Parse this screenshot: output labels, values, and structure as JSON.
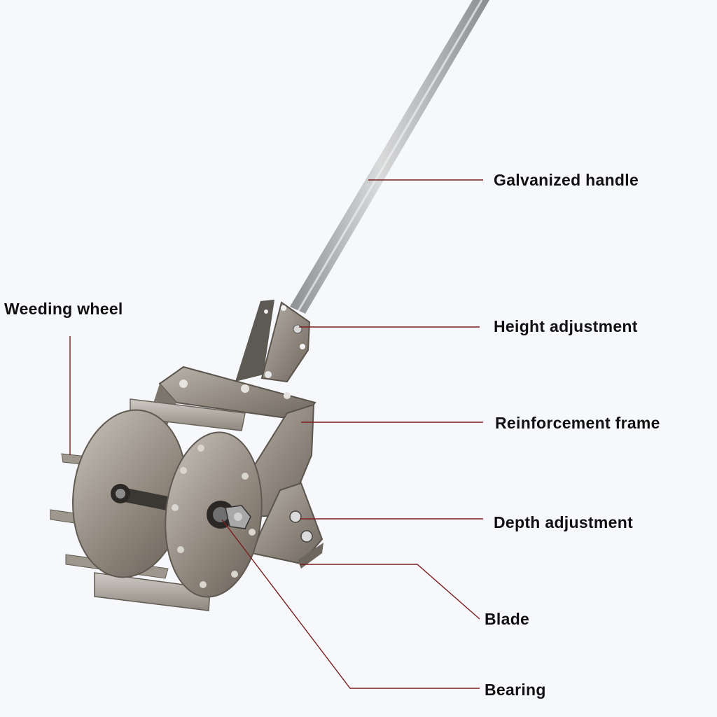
{
  "labels": {
    "galvanized_handle": "Galvanized handle",
    "height_adjustment": "Height adjustment",
    "reinforcement_frame": "Reinforcement frame",
    "depth_adjustment": "Depth adjustment",
    "blade": "Blade",
    "bearing": "Bearing",
    "weeding_wheel": "Weeding wheel"
  },
  "colors": {
    "background": "#f6f8fb",
    "leader_line": "#7a1f1f",
    "metal_light": "#b9b7b2",
    "metal_dark": "#6f6a63",
    "label_text": "#111111"
  }
}
